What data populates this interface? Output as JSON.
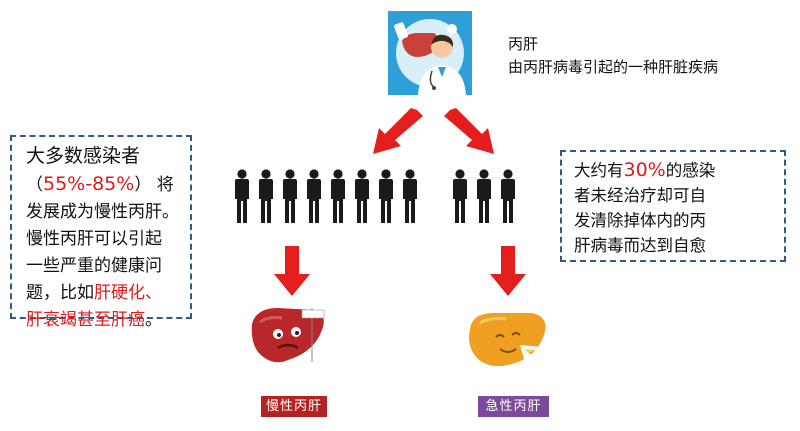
{
  "intro": {
    "title": "丙肝",
    "subtitle": "由丙肝病毒引起的一种肝脏疾病"
  },
  "left_box": {
    "line1": "大多数感染者",
    "paren_open": "（",
    "percent": "55%-85%",
    "paren_close": "）",
    "line2_tail": "将",
    "line3": "发展成为慢性丙肝。",
    "line4": "慢性丙肝可以引起",
    "line5": "一些严重的健康问",
    "line6_a": "题，比如",
    "line6_red": "肝硬化、",
    "line7_red": "肝衰竭甚至肝癌",
    "line7_tail": "。"
  },
  "right_box": {
    "line1_a": "大约有",
    "percent": "30%",
    "line1_b": "的感染",
    "line2": "者未经治疗却可自",
    "line3": "发清除掉体内的丙",
    "line4": "肝病毒而达到自愈"
  },
  "labels": {
    "chronic": "慢性丙肝",
    "acute": "急性丙肝"
  },
  "people": {
    "left_count": 8,
    "right_count": 3
  },
  "colors": {
    "arrow": "#e41d1d",
    "dash_border": "#2e5a8c",
    "highlight": "#e0191b",
    "chronic_label": "#b32323",
    "acute_label": "#7c4a9b",
    "person": "#1a1a1a"
  }
}
